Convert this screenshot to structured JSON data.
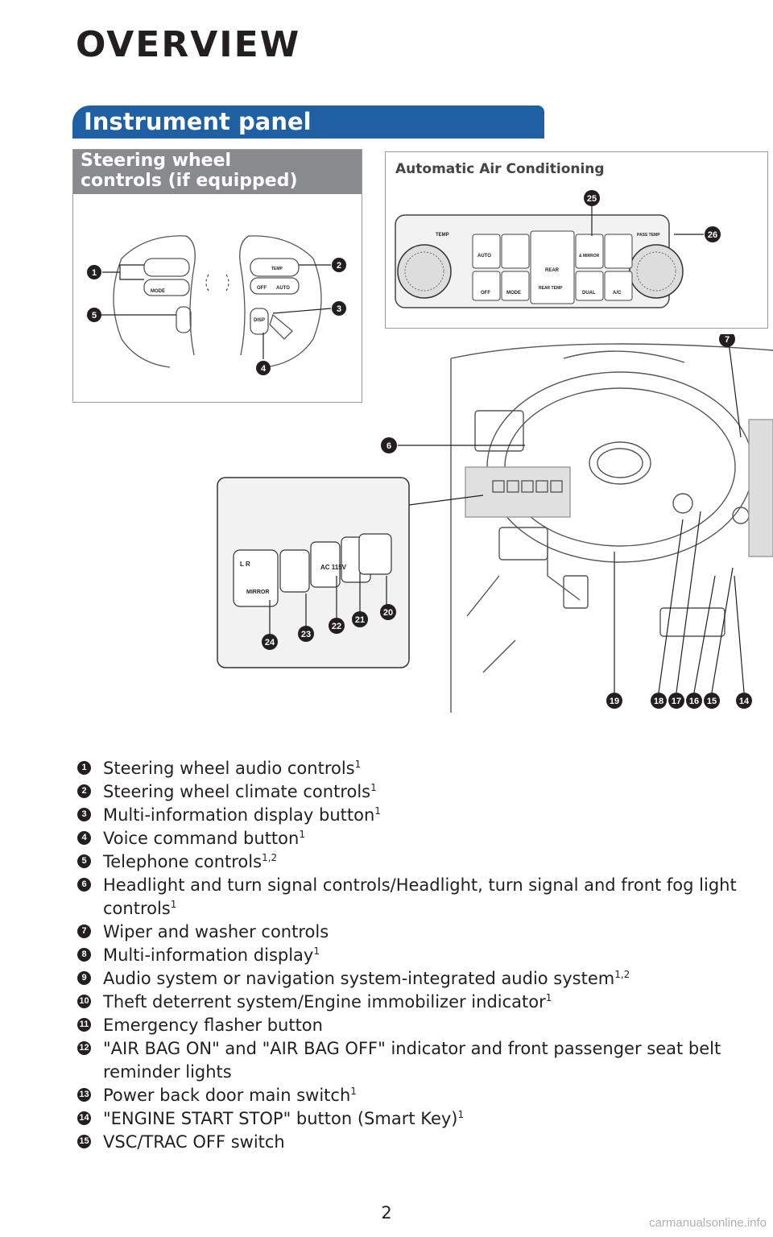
{
  "page": {
    "title": "OVERVIEW",
    "section": "Instrument panel",
    "page_number": "2",
    "watermark": "carmanualsonline.info"
  },
  "steering": {
    "heading": "Steering wheel\ncontrols (if equipped)",
    "labels": {
      "mode": "MODE",
      "off": "OFF",
      "auto": "AUTO",
      "disp": "DISP",
      "temp": "TEMP"
    },
    "callouts": [
      "1",
      "2",
      "3",
      "4",
      "5"
    ]
  },
  "ac": {
    "title": "Automatic Air Conditioning",
    "labels": {
      "temp": "TEMP",
      "auto": "AUTO",
      "off": "OFF",
      "mode": "MODE",
      "rear": "REAR",
      "rear_temp": "REAR TEMP",
      "mirror": "& MIRROR",
      "dual": "DUAL",
      "ac": "A/C",
      "pass_temp": "PASS TEMP"
    },
    "callouts": [
      "25",
      "26"
    ]
  },
  "dash": {
    "inset_labels": {
      "lr": "L   R",
      "mirror": "MIRROR",
      "ac115": "AC\n115V"
    },
    "callouts_inset": [
      "20",
      "21",
      "22",
      "23",
      "24"
    ],
    "callouts_main": [
      "6",
      "7",
      "14",
      "15",
      "16",
      "17",
      "18",
      "19"
    ]
  },
  "items": [
    {
      "num": "1",
      "text": "Steering wheel audio controls",
      "sup": "1"
    },
    {
      "num": "2",
      "text": "Steering wheel climate controls",
      "sup": "1"
    },
    {
      "num": "3",
      "text": "Multi-information display button",
      "sup": "1"
    },
    {
      "num": "4",
      "text": "Voice command button",
      "sup": "1"
    },
    {
      "num": "5",
      "text": "Telephone controls",
      "sup": "1,2"
    },
    {
      "num": "6",
      "text": "Headlight and turn signal controls/Headlight, turn signal and front fog light controls",
      "sup": "1"
    },
    {
      "num": "7",
      "text": "Wiper and washer controls",
      "sup": ""
    },
    {
      "num": "8",
      "text": "Multi-information display",
      "sup": "1"
    },
    {
      "num": "9",
      "text": "Audio system or navigation system-integrated audio system",
      "sup": "1,2"
    },
    {
      "num": "10",
      "text": "Theft deterrent system/Engine immobilizer indicator",
      "sup": "1"
    },
    {
      "num": "11",
      "text": "Emergency flasher button",
      "sup": ""
    },
    {
      "num": "12",
      "text": "\"AIR BAG ON\" and \"AIR BAG OFF\" indicator and front passenger seat belt reminder lights",
      "sup": ""
    },
    {
      "num": "13",
      "text": "Power back door main switch",
      "sup": "1"
    },
    {
      "num": "14",
      "text": "\"ENGINE START STOP\" button (Smart Key)",
      "sup": "1"
    },
    {
      "num": "15",
      "text": "VSC/TRAC OFF switch",
      "sup": ""
    }
  ]
}
